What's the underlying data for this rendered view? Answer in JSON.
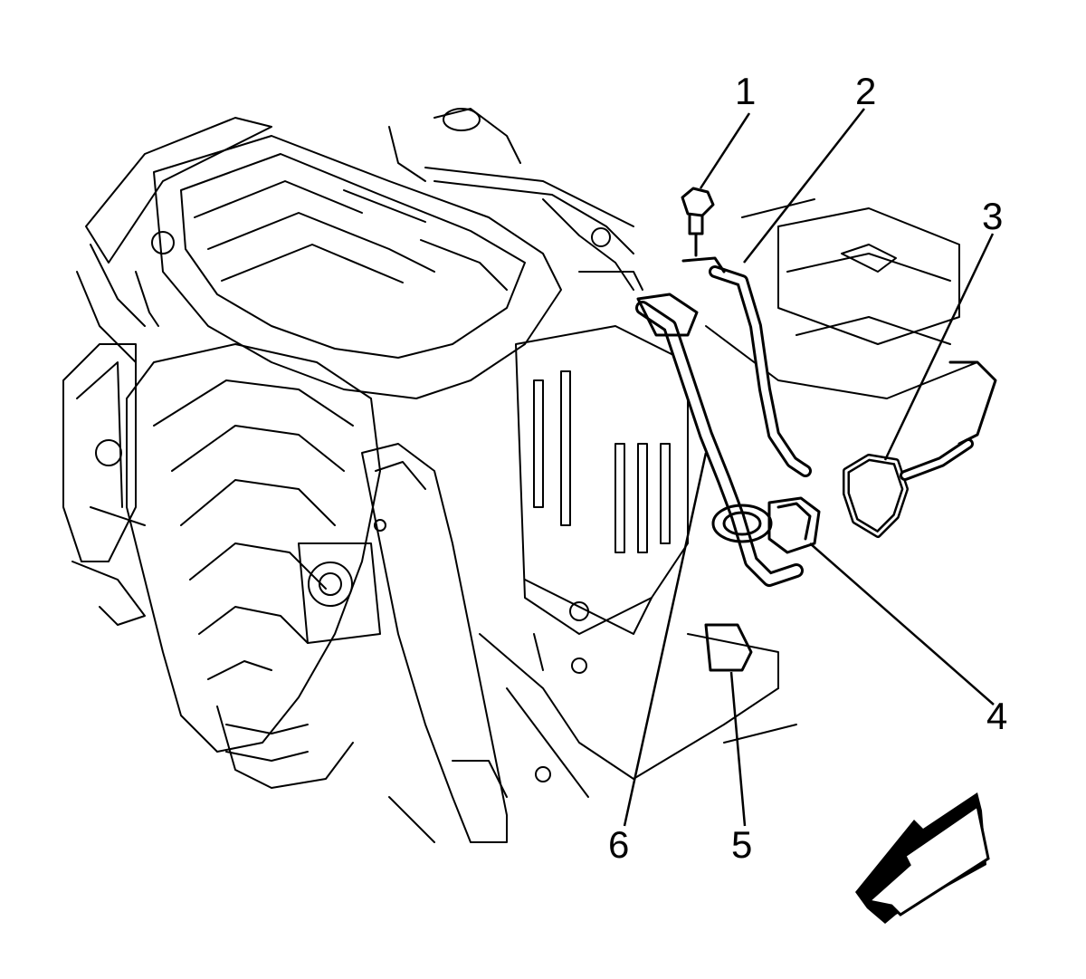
{
  "callouts": [
    {
      "number": "1"
    },
    {
      "number": "2"
    },
    {
      "number": "3"
    },
    {
      "number": "4"
    },
    {
      "number": "5"
    },
    {
      "number": "6"
    }
  ],
  "colors": {
    "line": "#000000",
    "background": "#ffffff"
  },
  "icons": [
    "direction-arrow-icon",
    "bolt-icon"
  ]
}
